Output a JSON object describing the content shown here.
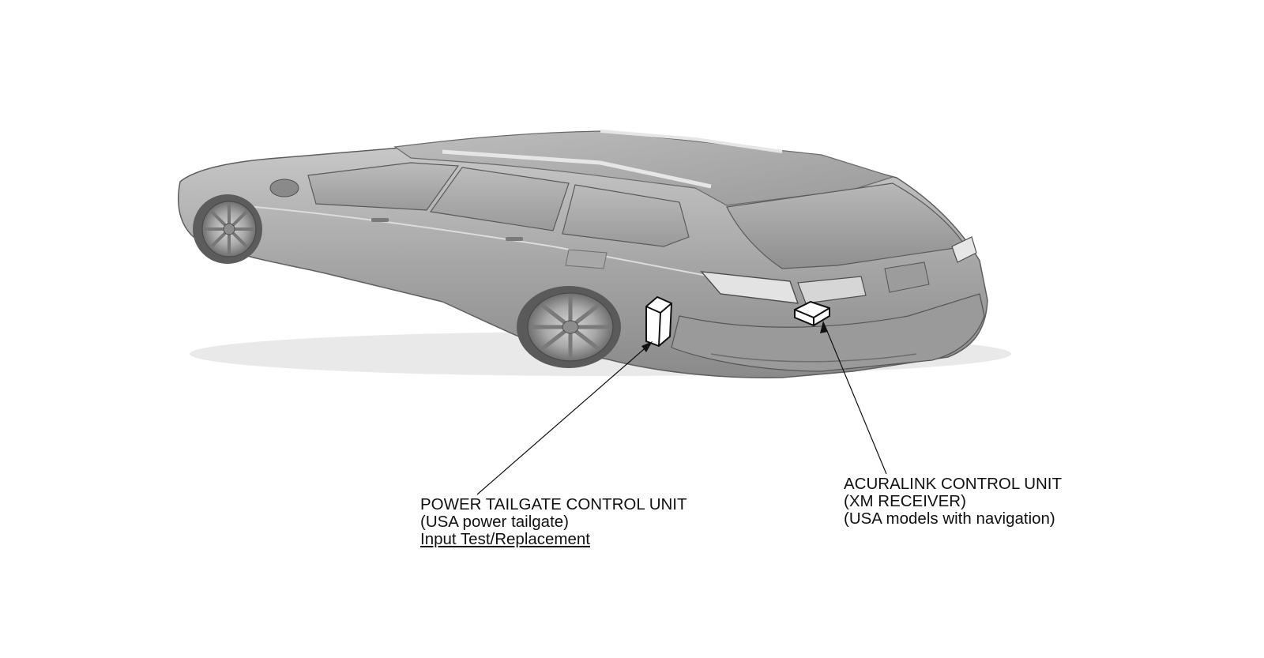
{
  "diagram": {
    "colors": {
      "background": "#ffffff",
      "car_body": "#a6a6a6",
      "car_dark": "#6e6e6e",
      "car_light": "#d4d4d4",
      "outline": "#111111"
    },
    "illustration": "station-wagon-rear-three-quarter-view",
    "callouts": {
      "tailgate": {
        "title": "POWER TAILGATE CONTROL UNIT",
        "note": "(USA power tailgate)",
        "link": "Input Test/Replacement"
      },
      "acuralink": {
        "title": "ACURALINK CONTROL UNIT",
        "subtitle": "(XM RECEIVER)",
        "note": "(USA models with navigation)"
      }
    }
  }
}
